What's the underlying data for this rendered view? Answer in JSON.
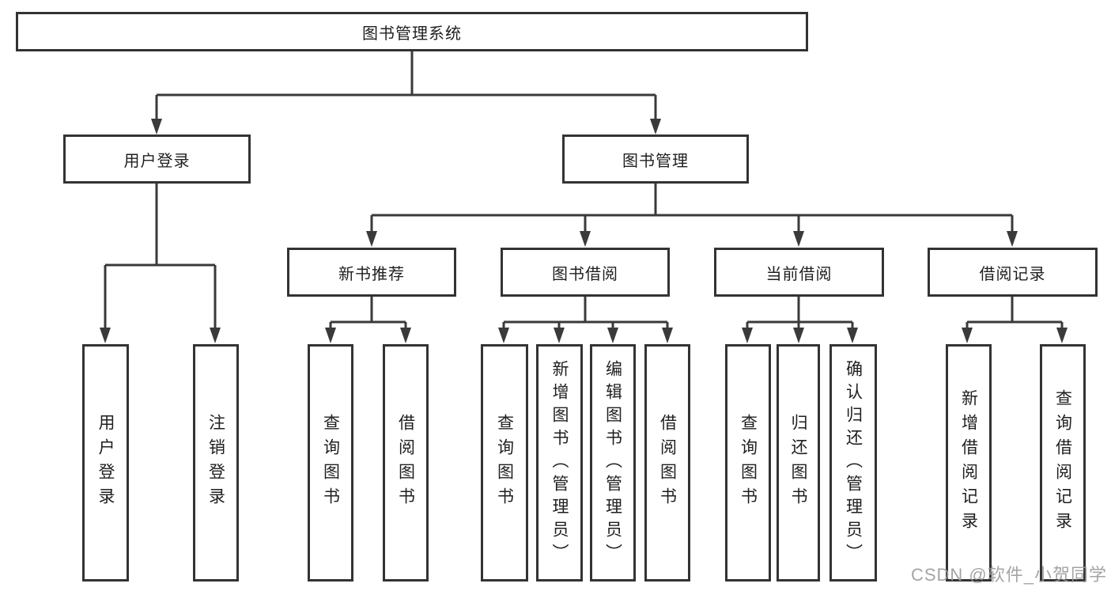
{
  "colors": {
    "line": "#3a3a3a",
    "border": "#333333",
    "text": "#1f1f1f",
    "watermark": "#9a9a9a",
    "background": "#ffffff"
  },
  "tree": {
    "root": {
      "label": "图书管理系统"
    },
    "children": [
      {
        "label": "用户登录",
        "children": [
          {
            "label": "用户登录"
          },
          {
            "label": "注销登录"
          }
        ]
      },
      {
        "label": "图书管理",
        "children": [
          {
            "label": "新书推荐",
            "children": [
              {
                "label": "查询图书"
              },
              {
                "label": "借阅图书"
              }
            ]
          },
          {
            "label": "图书借阅",
            "children": [
              {
                "label": "查询图书"
              },
              {
                "label": "新增图书（管理员）"
              },
              {
                "label": "编辑图书（管理员）"
              },
              {
                "label": "借阅图书"
              }
            ]
          },
          {
            "label": "当前借阅",
            "children": [
              {
                "label": "查询图书"
              },
              {
                "label": "归还图书"
              },
              {
                "label": "确认归还（管理员）"
              }
            ]
          },
          {
            "label": "借阅记录",
            "children": [
              {
                "label": "新增借阅记录"
              },
              {
                "label": "查询借阅记录"
              }
            ]
          }
        ]
      }
    ]
  },
  "watermark": {
    "text": "CSDN @软件_小贺同学"
  }
}
